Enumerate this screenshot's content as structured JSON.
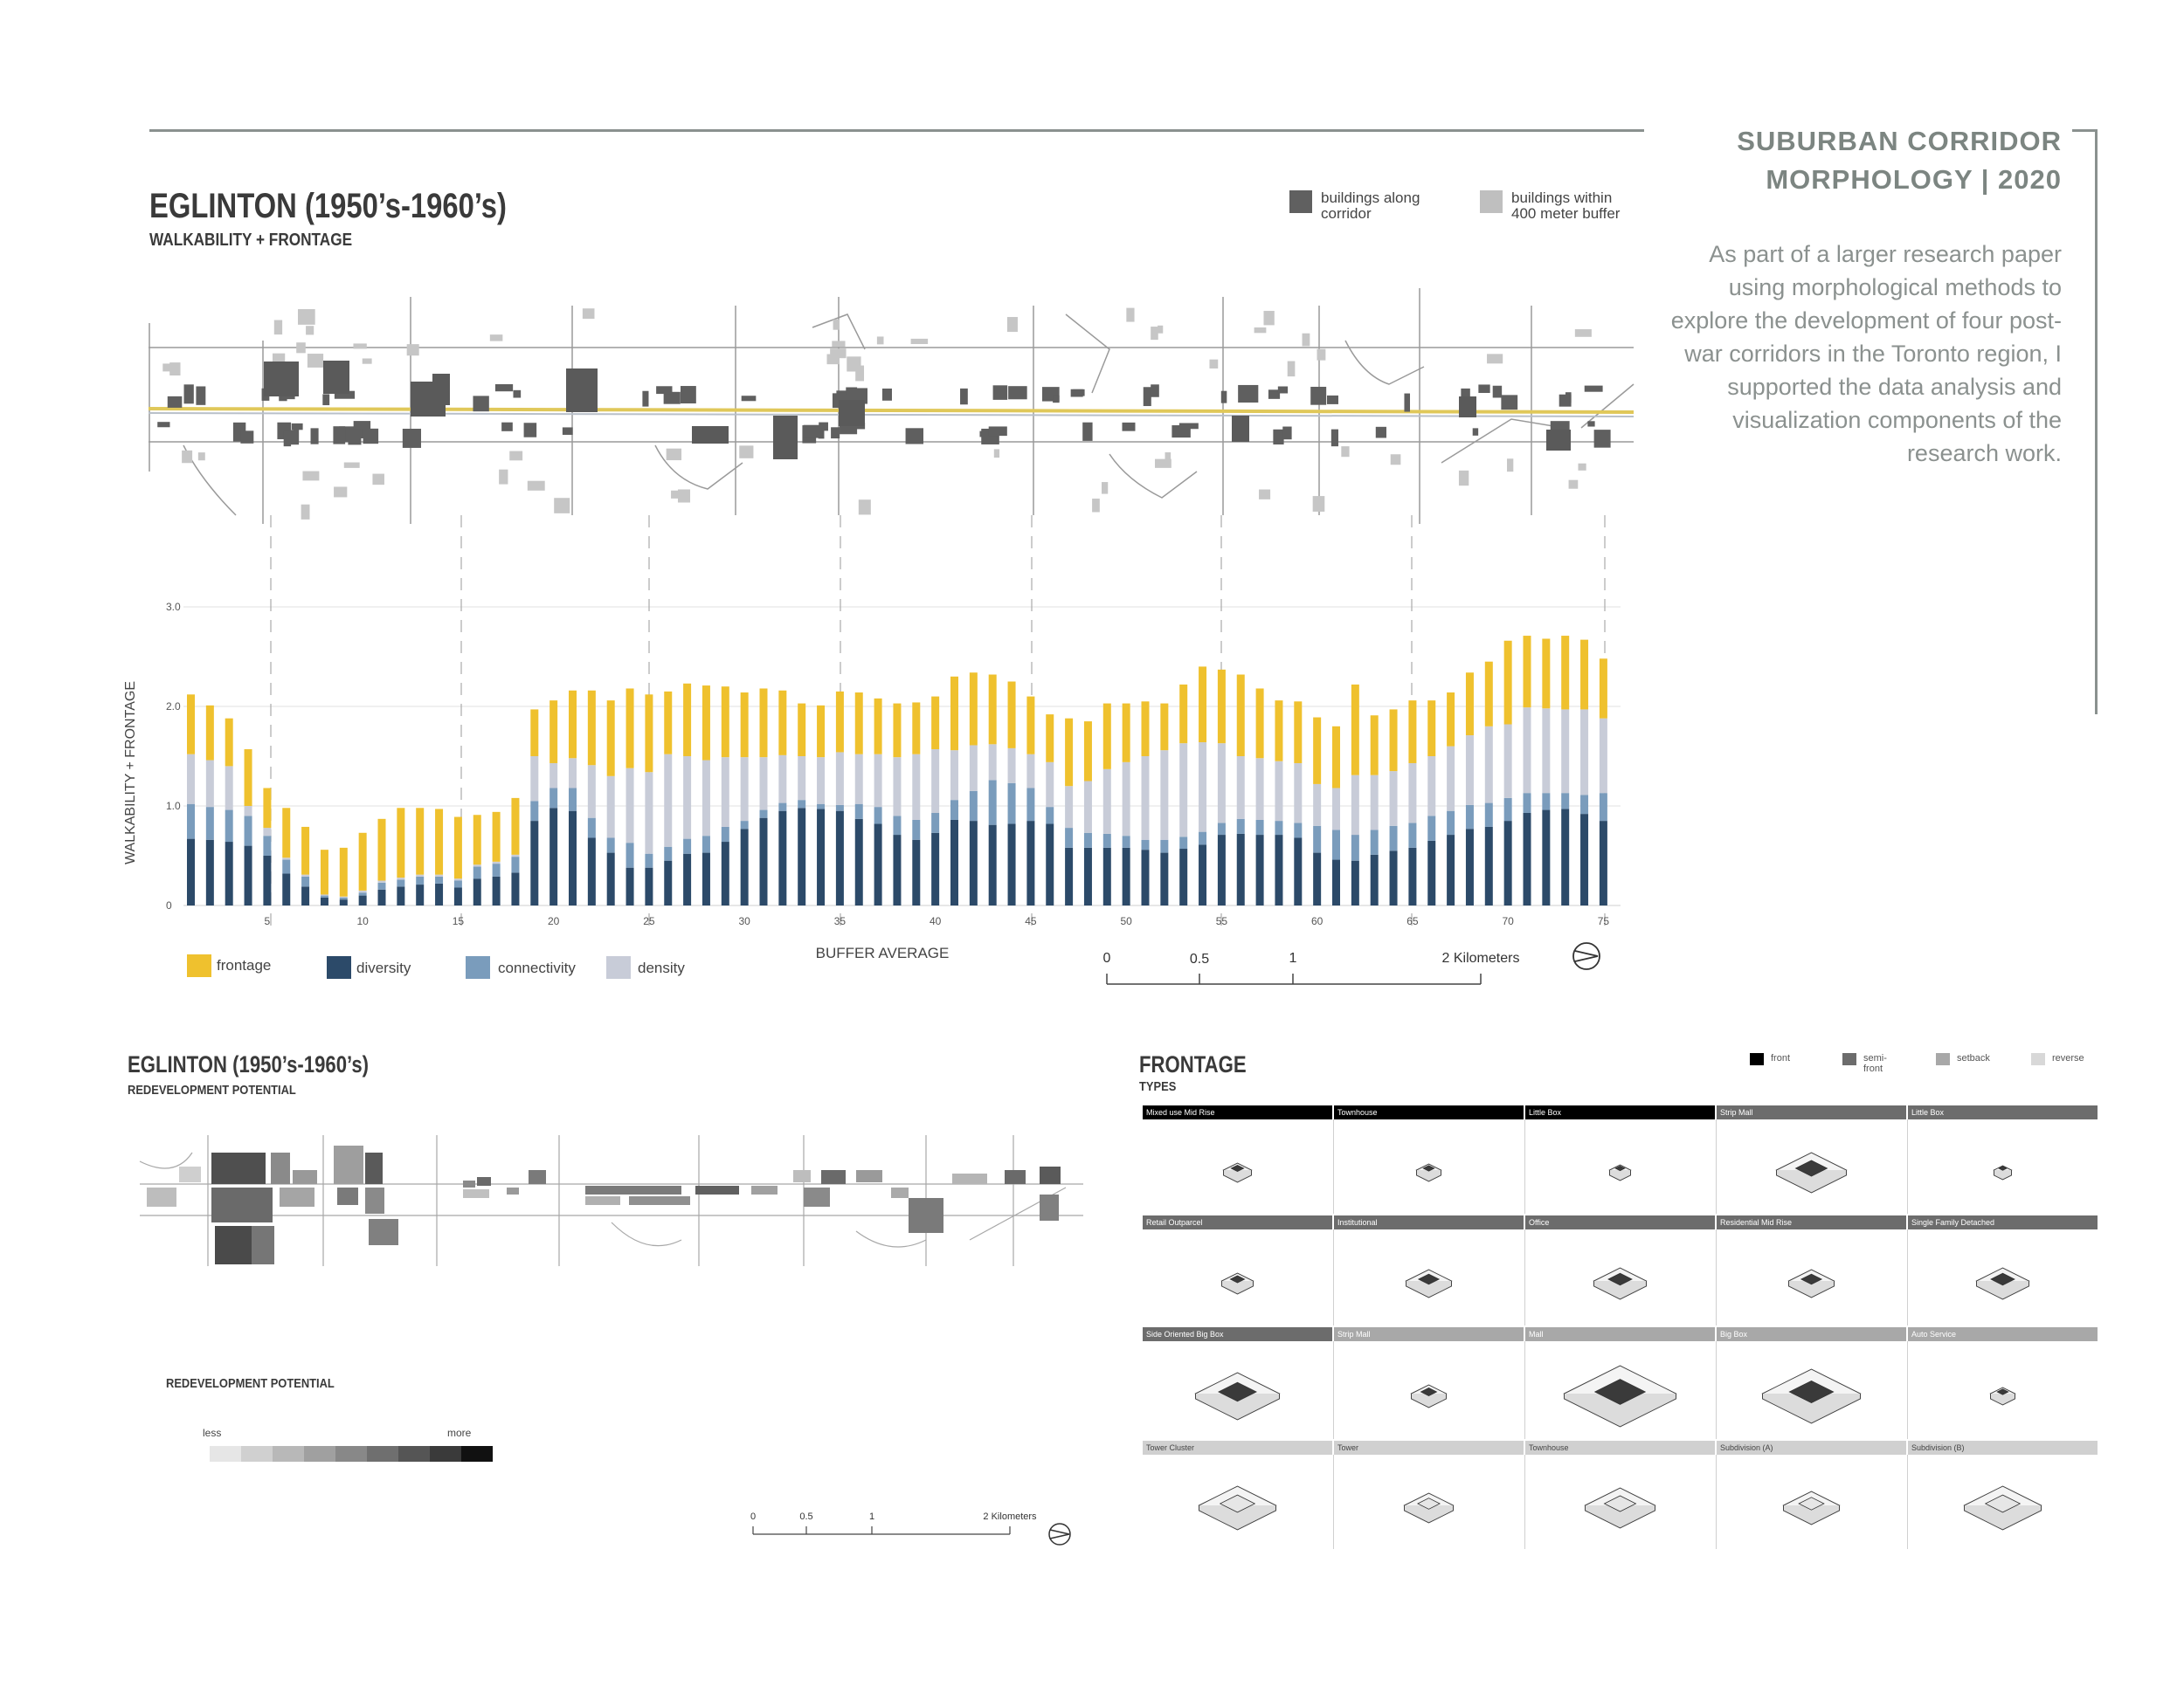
{
  "header": {
    "title": "EGLINTON (1950’s-1960’s)",
    "subtitle": "WALKABILITY + FRONTAGE"
  },
  "map_legend": {
    "along": "buildings along\ncorridor",
    "within": "buildings within\n400 meter buffer",
    "colors": {
      "along": "#606060",
      "within": "#bfbfbf"
    }
  },
  "side": {
    "title": "SUBURBAN CORRIDOR\nMORPHOLOGY | 2020",
    "body": "As part of a larger research paper using morphological methods to explore the development of four post-war corridors in the Toronto region, I supported the data analysis and visualization components of the research work."
  },
  "chart_data": {
    "type": "bar",
    "stacked": true,
    "ylabel": "WALKABILITY + FRONTAGE",
    "xlabel": "BUFFER AVERAGE",
    "ylim": [
      0,
      3
    ],
    "yticks": [
      "0",
      "1.0",
      "2.0",
      "3.0"
    ],
    "xticks": [
      5,
      10,
      15,
      20,
      25,
      30,
      35,
      40,
      45,
      50,
      55,
      60,
      65,
      70,
      75
    ],
    "x": [
      1,
      2,
      3,
      4,
      5,
      6,
      7,
      8,
      9,
      10,
      11,
      12,
      13,
      14,
      15,
      16,
      17,
      18,
      19,
      20,
      21,
      22,
      23,
      24,
      25,
      26,
      27,
      28,
      29,
      30,
      31,
      32,
      33,
      34,
      35,
      36,
      37,
      38,
      39,
      40,
      41,
      42,
      43,
      44,
      45,
      46,
      47,
      48,
      49,
      50,
      51,
      52,
      53,
      54,
      55,
      56,
      57,
      58,
      59,
      60,
      61,
      62,
      63,
      64,
      65,
      66,
      67,
      68,
      69,
      70,
      71,
      72,
      73,
      74,
      75
    ],
    "series": [
      {
        "name": "diversity",
        "color": "#2c4a69",
        "values": [
          0.67,
          0.66,
          0.64,
          0.6,
          0.5,
          0.32,
          0.19,
          0.08,
          0.06,
          0.1,
          0.16,
          0.19,
          0.21,
          0.22,
          0.18,
          0.27,
          0.29,
          0.33,
          0.85,
          0.98,
          0.95,
          0.68,
          0.53,
          0.38,
          0.38,
          0.45,
          0.52,
          0.53,
          0.64,
          0.77,
          0.88,
          0.95,
          0.98,
          0.97,
          0.95,
          0.87,
          0.82,
          0.71,
          0.66,
          0.73,
          0.86,
          0.85,
          0.81,
          0.82,
          0.85,
          0.82,
          0.58,
          0.58,
          0.58,
          0.58,
          0.56,
          0.53,
          0.57,
          0.61,
          0.71,
          0.72,
          0.71,
          0.71,
          0.68,
          0.53,
          0.46,
          0.45,
          0.51,
          0.55,
          0.58,
          0.65,
          0.71,
          0.77,
          0.79,
          0.85,
          0.93,
          0.96,
          0.97,
          0.92,
          0.85
        ]
      },
      {
        "name": "connectivity",
        "color": "#7a9cbc",
        "values": [
          0.35,
          0.33,
          0.32,
          0.3,
          0.2,
          0.14,
          0.1,
          0.02,
          0.02,
          0.03,
          0.07,
          0.07,
          0.08,
          0.07,
          0.07,
          0.12,
          0.13,
          0.16,
          0.2,
          0.2,
          0.23,
          0.2,
          0.15,
          0.25,
          0.14,
          0.14,
          0.15,
          0.17,
          0.15,
          0.08,
          0.08,
          0.08,
          0.08,
          0.05,
          0.06,
          0.15,
          0.17,
          0.19,
          0.2,
          0.2,
          0.2,
          0.3,
          0.45,
          0.41,
          0.33,
          0.17,
          0.2,
          0.15,
          0.14,
          0.12,
          0.1,
          0.13,
          0.12,
          0.13,
          0.12,
          0.15,
          0.15,
          0.14,
          0.15,
          0.27,
          0.3,
          0.26,
          0.25,
          0.25,
          0.25,
          0.25,
          0.24,
          0.24,
          0.24,
          0.23,
          0.2,
          0.17,
          0.16,
          0.19,
          0.28
        ]
      },
      {
        "name": "density",
        "color": "#c8ccd8",
        "values": [
          0.5,
          0.47,
          0.44,
          0.1,
          0.08,
          0.02,
          0.02,
          0.01,
          0.01,
          0.02,
          0.02,
          0.02,
          0.02,
          0.02,
          0.02,
          0.02,
          0.02,
          0.02,
          0.45,
          0.25,
          0.3,
          0.53,
          0.62,
          0.75,
          0.82,
          0.93,
          0.83,
          0.76,
          0.7,
          0.64,
          0.53,
          0.48,
          0.44,
          0.47,
          0.53,
          0.5,
          0.53,
          0.59,
          0.66,
          0.64,
          0.5,
          0.46,
          0.36,
          0.35,
          0.34,
          0.45,
          0.42,
          0.52,
          0.65,
          0.74,
          0.84,
          0.9,
          0.94,
          0.9,
          0.8,
          0.63,
          0.62,
          0.6,
          0.6,
          0.42,
          0.42,
          0.6,
          0.55,
          0.55,
          0.6,
          0.6,
          0.65,
          0.7,
          0.77,
          0.74,
          0.86,
          0.85,
          0.84,
          0.86,
          0.75
        ]
      },
      {
        "name": "frontage",
        "color": "#efc12e",
        "values": [
          0.6,
          0.55,
          0.48,
          0.57,
          0.4,
          0.5,
          0.48,
          0.45,
          0.49,
          0.58,
          0.62,
          0.7,
          0.67,
          0.66,
          0.62,
          0.5,
          0.5,
          0.57,
          0.47,
          0.63,
          0.68,
          0.75,
          0.76,
          0.8,
          0.78,
          0.63,
          0.73,
          0.75,
          0.71,
          0.65,
          0.69,
          0.65,
          0.53,
          0.52,
          0.61,
          0.62,
          0.56,
          0.54,
          0.52,
          0.53,
          0.74,
          0.73,
          0.7,
          0.67,
          0.58,
          0.48,
          0.68,
          0.6,
          0.66,
          0.59,
          0.55,
          0.47,
          0.59,
          0.76,
          0.74,
          0.82,
          0.7,
          0.61,
          0.62,
          0.67,
          0.62,
          0.91,
          0.6,
          0.62,
          0.63,
          0.56,
          0.54,
          0.63,
          0.65,
          0.84,
          0.72,
          0.7,
          0.74,
          0.7,
          0.6
        ]
      }
    ],
    "legend": [
      "frontage",
      "diversity",
      "connectivity",
      "density"
    ],
    "grid": true
  },
  "scale_bar": {
    "labels": [
      "0",
      "0.5",
      "1",
      "2 Kilometers"
    ]
  },
  "redev": {
    "title": "EGLINTON (1950’s-1960’s)",
    "subtitle": "REDEVELOPMENT POTENTIAL",
    "legend_title": "REDEVELOPMENT POTENTIAL",
    "less": "less",
    "more": "more",
    "ramp": [
      "#e6e6e6",
      "#d0d0d0",
      "#b8b8b8",
      "#a0a0a0",
      "#888888",
      "#6f6f6f",
      "#555555",
      "#3a3a3a",
      "#111111"
    ],
    "scale": [
      "0",
      "0.5",
      "1",
      "2 Kilometers"
    ]
  },
  "frontage": {
    "title": "FRONTAGE",
    "subtitle": "TYPES",
    "legend": [
      {
        "label": "front",
        "color": "#000000"
      },
      {
        "label": "semi-front",
        "color": "#6c6c6c"
      },
      {
        "label": "setback",
        "color": "#a8a8a8"
      },
      {
        "label": "reverse",
        "color": "#d8d8d8"
      }
    ],
    "cells": [
      {
        "label": "Mixed use Mid Rise",
        "color": "#000000"
      },
      {
        "label": "Townhouse",
        "color": "#000000"
      },
      {
        "label": "Little Box",
        "color": "#000000"
      },
      {
        "label": "Strip Mall",
        "color": "#6c6c6c"
      },
      {
        "label": "Little Box",
        "color": "#6c6c6c"
      },
      {
        "label": "Retail Outparcel",
        "color": "#6c6c6c"
      },
      {
        "label": "Institutional",
        "color": "#6c6c6c"
      },
      {
        "label": "Office",
        "color": "#6c6c6c"
      },
      {
        "label": "Residential Mid Rise",
        "color": "#6c6c6c"
      },
      {
        "label": "Single Family Detached",
        "color": "#6c6c6c"
      },
      {
        "label": "Side Oriented Big Box",
        "color": "#6c6c6c"
      },
      {
        "label": "Strip Mall",
        "color": "#a8a8a8"
      },
      {
        "label": "Mall",
        "color": "#a8a8a8"
      },
      {
        "label": "Big Box",
        "color": "#a8a8a8"
      },
      {
        "label": "Auto Service",
        "color": "#a8a8a8"
      },
      {
        "label": "Tower Cluster",
        "color": "#d0d0d0"
      },
      {
        "label": "Tower",
        "color": "#d0d0d0"
      },
      {
        "label": "Townhouse",
        "color": "#d0d0d0"
      },
      {
        "label": "Subdivision (A)",
        "color": "#d0d0d0"
      },
      {
        "label": "Subdivision (B)",
        "color": "#d0d0d0"
      }
    ]
  }
}
